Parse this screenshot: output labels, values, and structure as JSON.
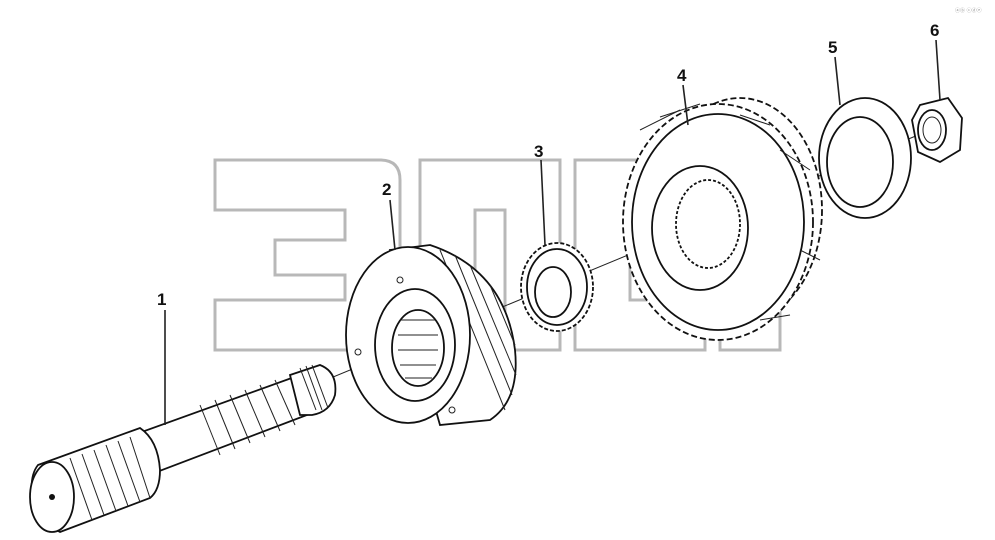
{
  "diagram": {
    "corner_mark": "ⓐⓑ ⓒⓓⓔ",
    "watermark_text": "ЭПСР",
    "callouts": [
      {
        "id": "1",
        "label": "1"
      },
      {
        "id": "2",
        "label": "2"
      },
      {
        "id": "3",
        "label": "3"
      },
      {
        "id": "4",
        "label": "4"
      },
      {
        "id": "5",
        "label": "5"
      },
      {
        "id": "6",
        "label": "6"
      }
    ]
  }
}
